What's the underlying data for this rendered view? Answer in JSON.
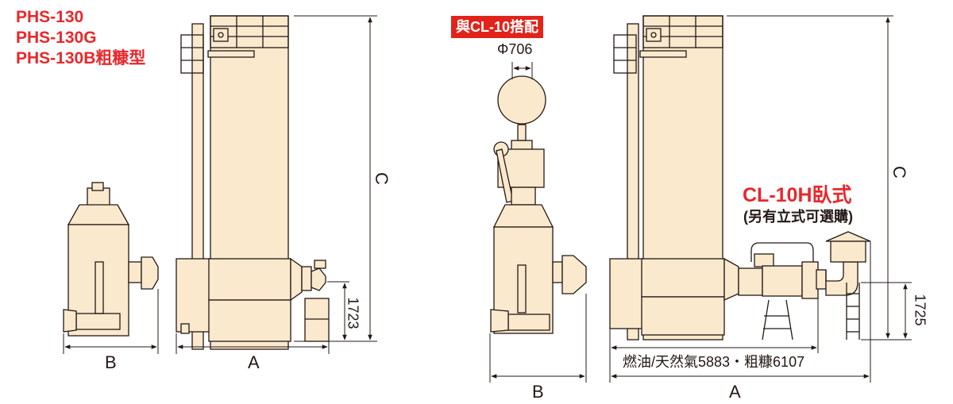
{
  "models": [
    "PHS-130",
    "PHS-130G",
    "PHS-130B粗糠型"
  ],
  "badge": "與CL-10搭配",
  "dims": {
    "phi": "Φ706",
    "h1": "1723",
    "h2": "1725",
    "c_left": "C",
    "c_right": "C",
    "b_left": "B",
    "a_left": "A",
    "b_right": "B",
    "a_right": "A",
    "length_note": "燃油/天然氣5883・粗糠6107"
  },
  "accessory": {
    "title": "CL-10H臥式",
    "subtitle": "(另有立式可選購)"
  },
  "colors": {
    "body_fill": "#fbe9cd",
    "outline": "#231815",
    "accent_red": "#e8282b"
  }
}
